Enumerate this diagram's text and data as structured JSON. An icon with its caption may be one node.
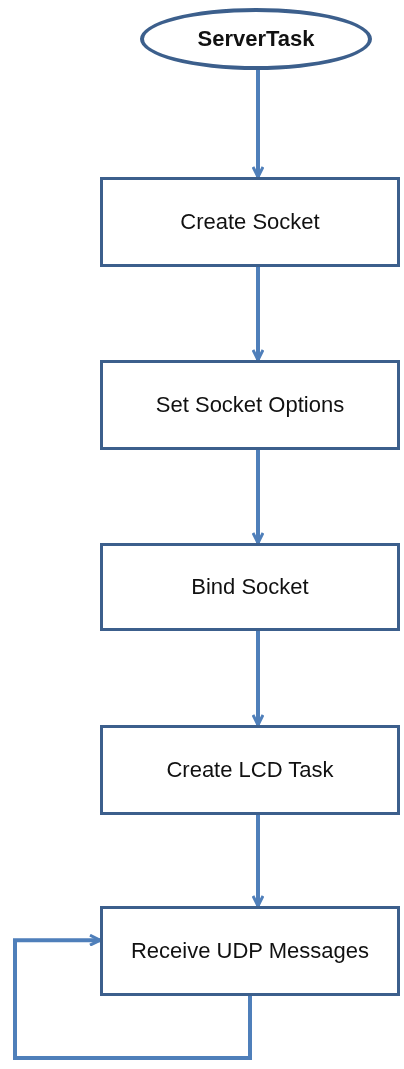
{
  "diagram": {
    "nodes": [
      {
        "text": [
          "ServerTask"
        ]
      },
      {
        "text": [
          "Create Socket"
        ]
      },
      {
        "text": [
          "Set Socket Options"
        ]
      },
      {
        "text": [
          "Bind Socket"
        ]
      },
      {
        "text": [
          "Create LCD Task"
        ]
      },
      {
        "text": [
          "Receive UDP Messages"
        ]
      }
    ],
    "edges": [
      {
        "from": 0,
        "to": 1,
        "arrow": "to"
      },
      {
        "from": 1,
        "to": 2,
        "arrow": "to"
      },
      {
        "from": 2,
        "to": 3,
        "arrow": "to"
      },
      {
        "from": 3,
        "to": 4,
        "arrow": "to"
      },
      {
        "from": 4,
        "to": 5,
        "arrow": "to"
      },
      {
        "from": 5,
        "to": 5,
        "arrow": "to"
      }
    ]
  }
}
